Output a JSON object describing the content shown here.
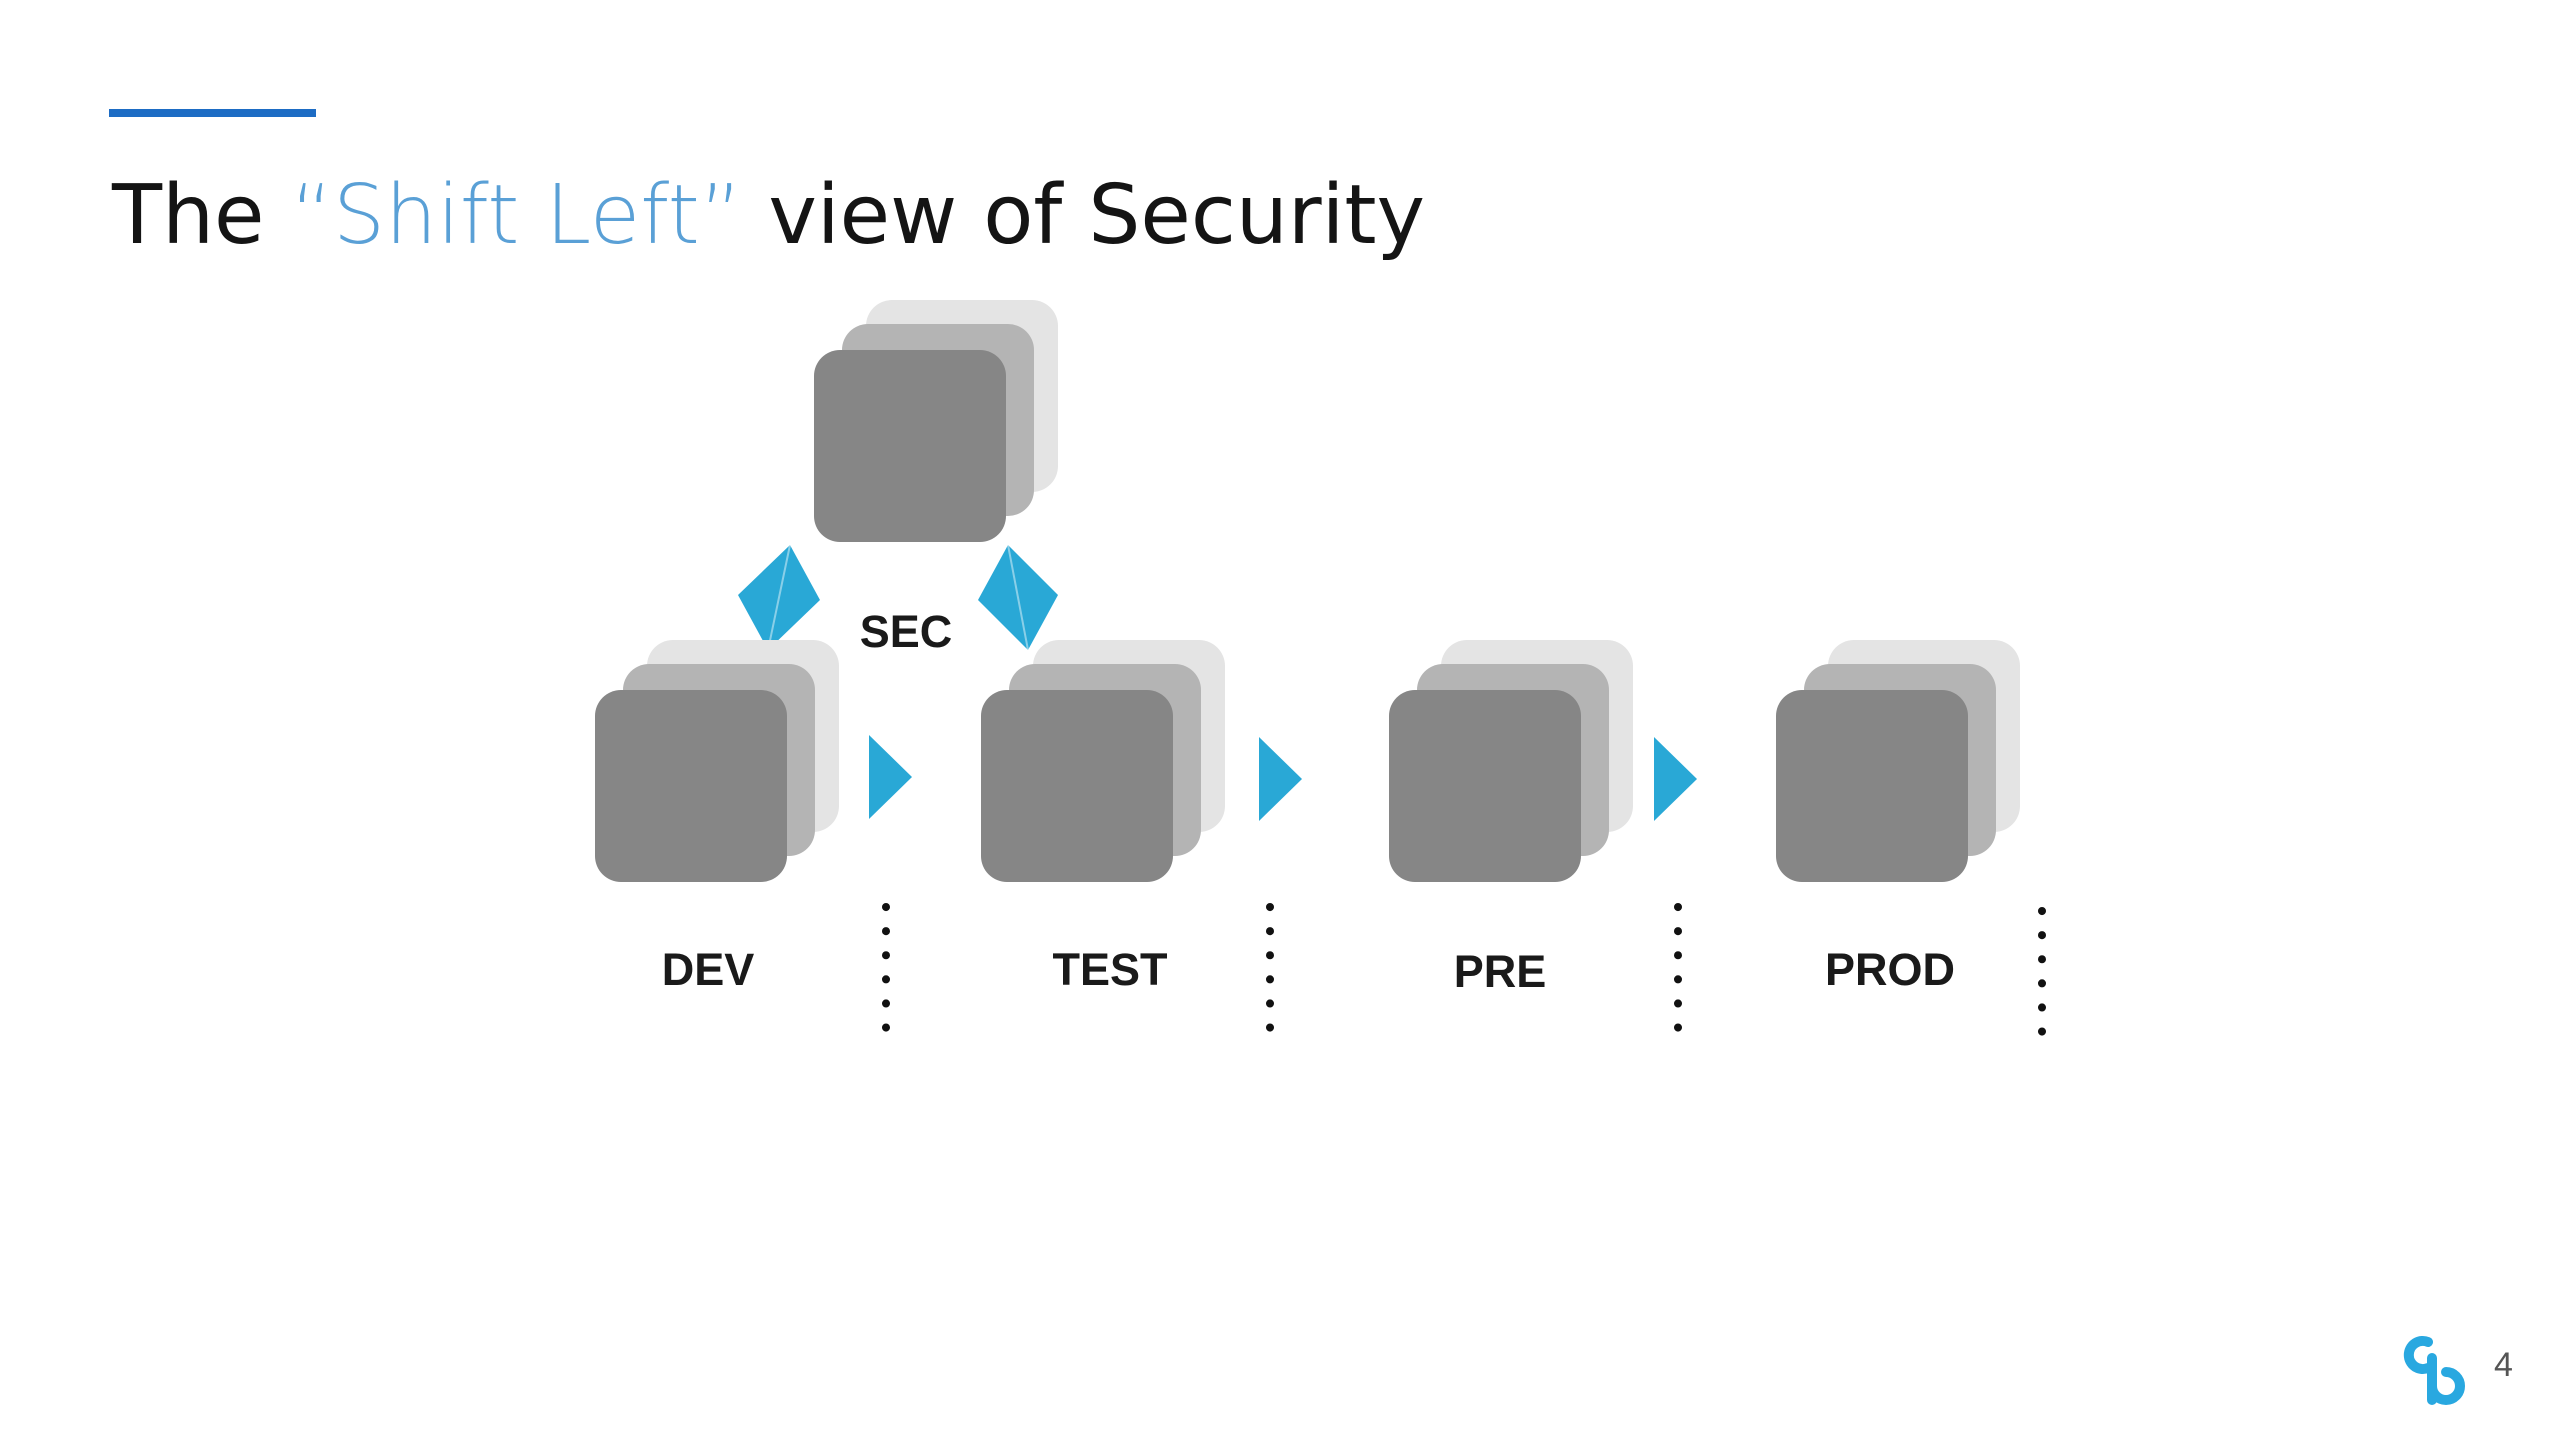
{
  "slide": {
    "title_prefix": "The ",
    "title_highlight": "“Shift Left”",
    "title_suffix": " view of Security",
    "page_number": "4"
  },
  "colors": {
    "accent_bar": "#1d6cc4",
    "highlight_text": "#5aa0d6",
    "arrow": "#29a8d6",
    "block_front": "#868686",
    "block_middle": "#b4b4b4",
    "block_back": "#e4e4e4",
    "logo": "#29a8e0"
  },
  "diagram": {
    "security_node": {
      "label": "SEC",
      "icon": "stacked-blocks-icon"
    },
    "stages": [
      {
        "label": "DEV",
        "icon": "stacked-blocks-icon"
      },
      {
        "label": "TEST",
        "icon": "stacked-blocks-icon"
      },
      {
        "label": "PRE",
        "icon": "stacked-blocks-icon"
      },
      {
        "label": "PROD",
        "icon": "stacked-blocks-icon"
      }
    ],
    "connectors": {
      "flow_arrow": "triangle-right-icon",
      "security_link": "diamond-icon",
      "separator": "dotted-vertical-line"
    }
  },
  "logo": {
    "icon": "company-logo-icon"
  }
}
